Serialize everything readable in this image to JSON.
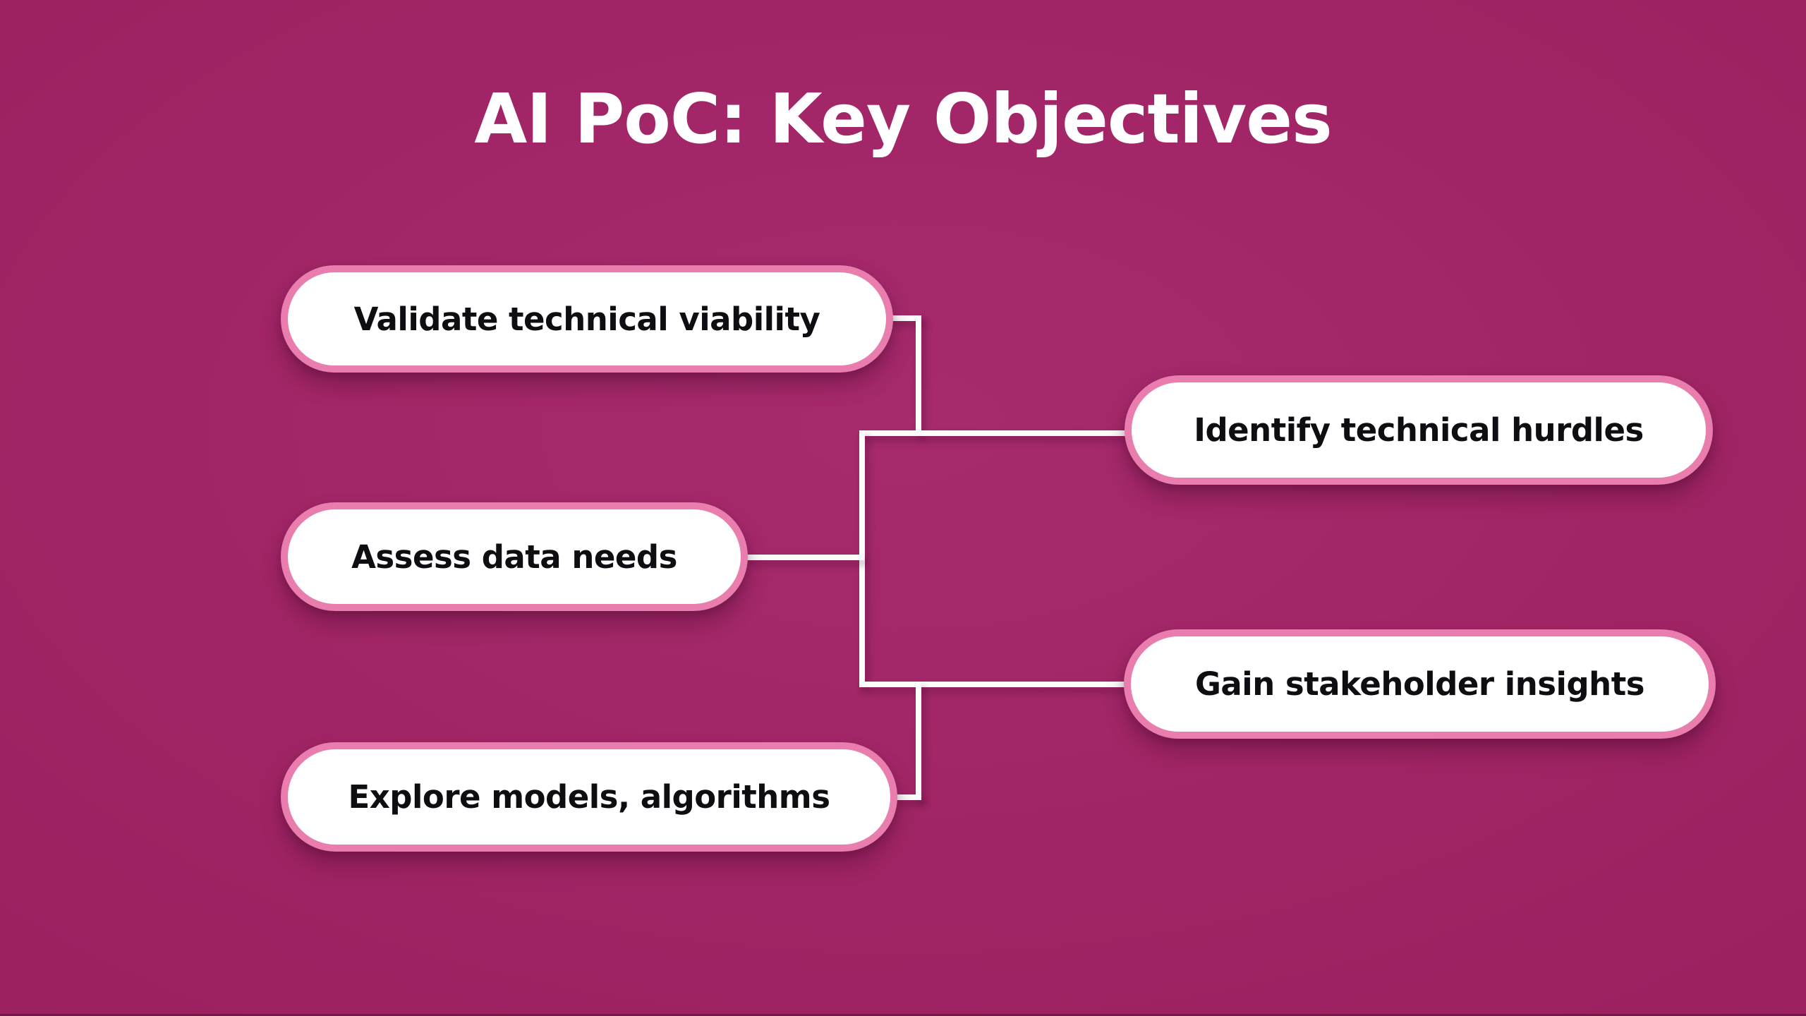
{
  "title": "AI PoC: Key Objectives",
  "nodes": [
    {
      "id": "validate",
      "label": "Validate technical viability",
      "side": "left"
    },
    {
      "id": "assess",
      "label": "Assess data needs",
      "side": "left"
    },
    {
      "id": "explore",
      "label": "Explore models, algorithms",
      "side": "left"
    },
    {
      "id": "identify",
      "label": "Identify technical hurdles",
      "side": "right"
    },
    {
      "id": "gain",
      "label": "Gain stakeholder insights",
      "side": "right"
    }
  ],
  "connections": {
    "type": "merged-junction",
    "description": "The three left nodes feed a central trunk that branches right to the two right nodes",
    "left_node_ids": [
      "validate",
      "assess",
      "explore"
    ],
    "right_node_ids": [
      "identify",
      "gain"
    ]
  },
  "colors": {
    "background": "#a62a6d",
    "background_mid": "#9d2161",
    "background_edge": "#911c58",
    "title_text": "#ffffff",
    "node_fill": "#ffffff",
    "node_border": "#e87dae",
    "node_text": "#0d0d12",
    "connector": "#fdfdfd"
  }
}
